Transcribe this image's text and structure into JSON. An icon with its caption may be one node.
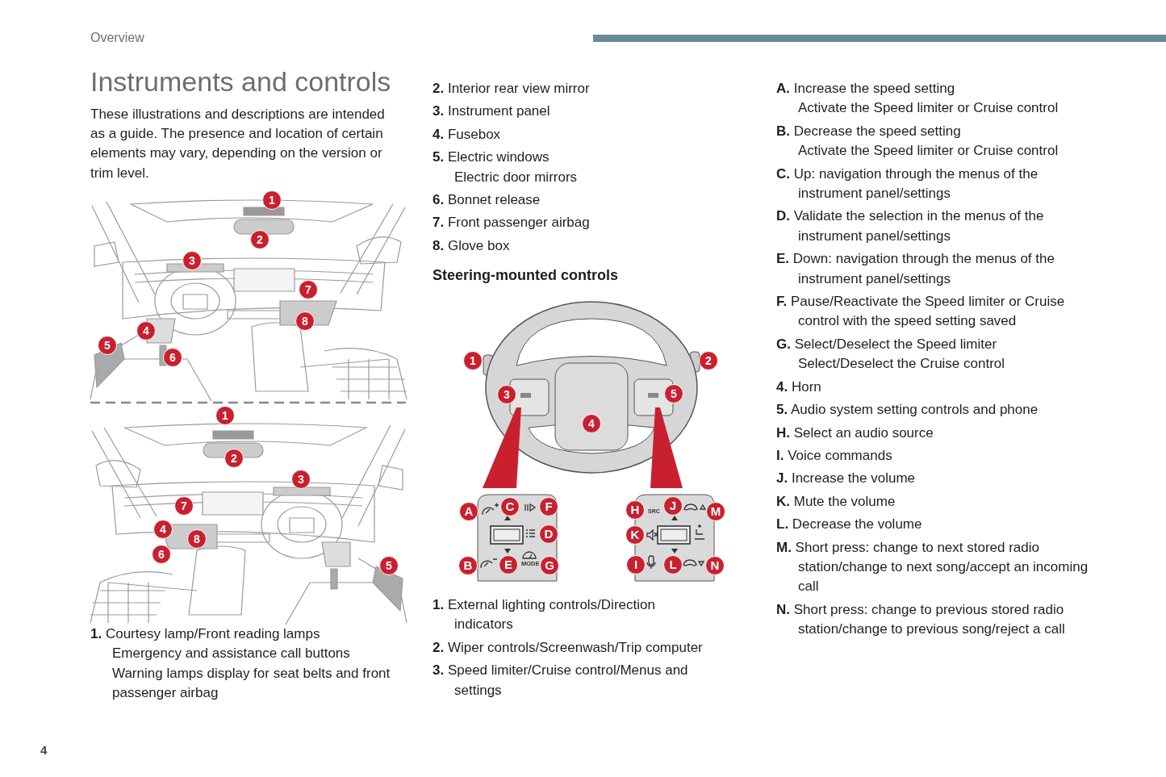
{
  "diagram": {
    "title": "Instruments and controls",
    "nodes": [
      {
        "text": [
          "A",
          "C",
          "F",
          "D",
          "B",
          "E",
          "G"
        ]
      },
      {
        "text": [
          "H",
          "J",
          "M",
          "K",
          "I",
          "L",
          "N"
        ]
      }
    ],
    "labels": [
      "Overview",
      "These illustrations and descriptions are intended as a guide. The presence and location of certain elements may vary, depending on the version or trim level.",
      "1",
      "2",
      "3",
      "7",
      "8",
      "4",
      "5",
      "6",
      "1",
      "2",
      "3",
      "7",
      "4",
      "8",
      "6",
      "5",
      "1",
      "2",
      "3",
      "5",
      "4",
      "**1.** Courtesy lamp/Front reading lamps",
      "Emergency and assistance call buttons",
      "Warning lamps display for seat belts and front passenger airbag",
      "**2.** Interior rear view mirror",
      "**3.** Instrument panel",
      "**4.** Fusebox",
      "**5.** Electric windows",
      "Electric door mirrors",
      "**6.** Bonnet release",
      "**7.** Front passenger airbag",
      "**8.** Glove box",
      "Steering-mounted controls",
      "**1.** External lighting controls/Direction indicators",
      "**2.** Wiper controls/Screenwash/Trip computer",
      "**3.** Speed limiter/Cruise control/Menus and settings",
      "**A.** Increase the speed setting",
      "Activate the Speed limiter or Cruise control",
      "**B.** Decrease the speed setting",
      "Activate the Speed limiter or Cruise control",
      "**C.** Up: navigation through the menus of the instrument panel/settings",
      "**D.** Validate the selection in the menus of the instrument panel/settings",
      "**E.** Down: navigation through the menus of the instrument panel/settings",
      "**F.** Pause/Reactivate the Speed limiter or Cruise control with the speed setting saved",
      "**G.** Select/Deselect the Speed limiter",
      "Select/Deselect the Cruise control",
      "**4.** Horn",
      "**5.** Audio system setting controls and phone",
      "**H.** Select an audio source",
      "**I.** Voice commands",
      "**J.** Increase the volume",
      "**K.** Mute the volume",
      "**L.** Decrease the volume",
      "**M.** Short press: change to next stored radio station/change to next song/accept an incoming call",
      "**N.** Short press: change to previous stored radio station/change to previous song/reject a call",
      "MODE",
      "SRC",
      "4"
    ]
  }
}
